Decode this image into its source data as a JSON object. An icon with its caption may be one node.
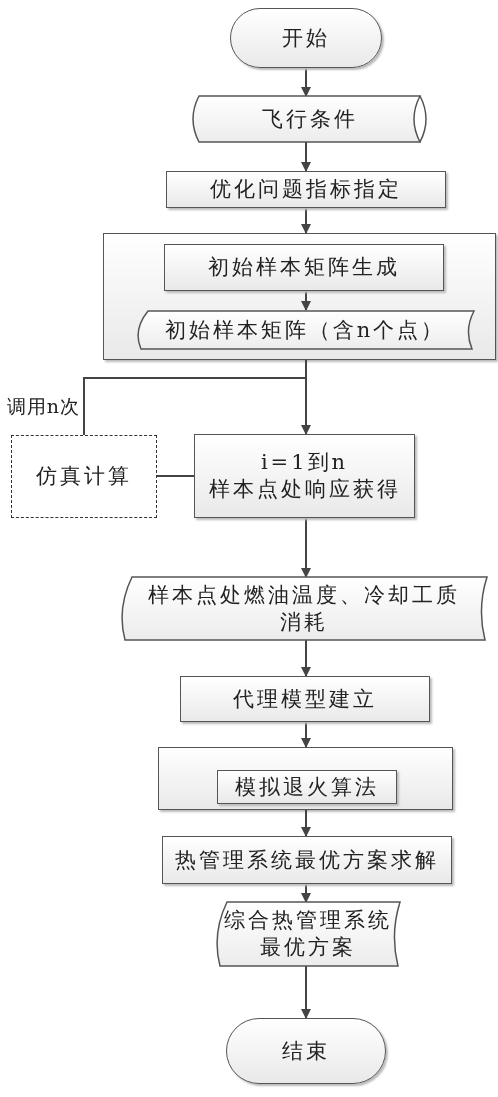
{
  "diagram": {
    "nodes": [
      {
        "text": [
          "开始"
        ]
      },
      {
        "text": [
          "飞行条件"
        ]
      },
      {
        "text": [
          "优化问题指标指定"
        ]
      },
      {
        "text": [],
        "shape": "box"
      },
      {
        "text": [
          "初始样本矩阵生成"
        ],
        "in": 3
      },
      {
        "text": [
          "初始样本矩阵（含n个点）"
        ],
        "in": 3
      },
      {
        "text": [
          "仿真计算"
        ]
      },
      {
        "text": [
          "i=1到n",
          "样本点处响应获得"
        ]
      },
      {
        "text": [
          "样本点处燃油温度、冷却工质消耗"
        ]
      },
      {
        "text": [
          "代理模型建立"
        ]
      },
      {
        "text": [],
        "shape": "box"
      },
      {
        "text": [
          "模拟退火算法"
        ],
        "in": 10
      },
      {
        "text": [
          "热管理系统最优方案求解"
        ]
      },
      {
        "text": [
          "综合热管理系统最优方案"
        ]
      },
      {
        "text": [
          "结束"
        ]
      }
    ],
    "edges": [
      {
        "from": 0,
        "to": 1,
        "arrow": "to"
      },
      {
        "from": 1,
        "to": 2,
        "arrow": "to"
      },
      {
        "from": 2,
        "to": 3,
        "arrow": "to"
      },
      {
        "from": 4,
        "to": 5,
        "arrow": "to"
      },
      {
        "from": 3,
        "to": 7,
        "arrow": "to"
      },
      {
        "from": 3,
        "to": 6,
        "arrow": "none",
        "label": "调用n次"
      },
      {
        "from": 6,
        "to": 7,
        "arrow": "none"
      },
      {
        "from": 7,
        "to": 8,
        "arrow": "to"
      },
      {
        "from": 8,
        "to": 9,
        "arrow": "to"
      },
      {
        "from": 9,
        "to": 10,
        "arrow": "to"
      },
      {
        "from": 10,
        "to": 12,
        "arrow": "to"
      },
      {
        "from": 12,
        "to": 13,
        "arrow": "to"
      },
      {
        "from": 13,
        "to": 14,
        "arrow": "to"
      }
    ]
  }
}
